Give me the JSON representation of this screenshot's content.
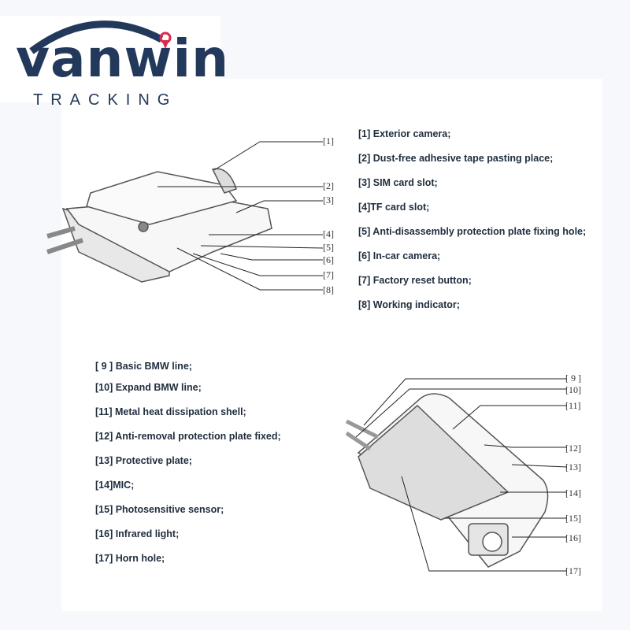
{
  "brand": {
    "name": "vanwin",
    "tagline": "TRACKING",
    "accent": "#23395b",
    "pin_color": "#e0284a",
    "eye_color": "#2a8fe0"
  },
  "top_diagram": {
    "callouts": [
      "[1]",
      "[2]",
      "[3]",
      "[4]",
      "[5]",
      "[6]",
      "[7]",
      "[8]"
    ],
    "legend": [
      "[1] Exterior camera;",
      "[2] Dust-free adhesive tape pasting place;",
      "[3] SIM card slot;",
      "[4]TF card slot;",
      "[5] Anti-disassembly protection plate fixing hole;",
      "[6] In-car camera;",
      "[7] Factory reset button;",
      "[8] Working indicator;"
    ]
  },
  "bottom_diagram": {
    "callouts": [
      "[ 9 ]",
      "[10]",
      "[11]",
      "[12]",
      "[13]",
      "[14]",
      "[15]",
      "[16]",
      "[17]"
    ],
    "legend": [
      "[ 9 ] Basic BMW line;",
      "[10] Expand BMW line;",
      "[11] Metal heat dissipation shell;",
      "[12] Anti-removal protection plate fixed;",
      "[13] Protective plate;",
      "[14]MIC;",
      "[15] Photosensitive sensor;",
      "[16] Infrared light;",
      "[17] Horn hole;"
    ]
  }
}
